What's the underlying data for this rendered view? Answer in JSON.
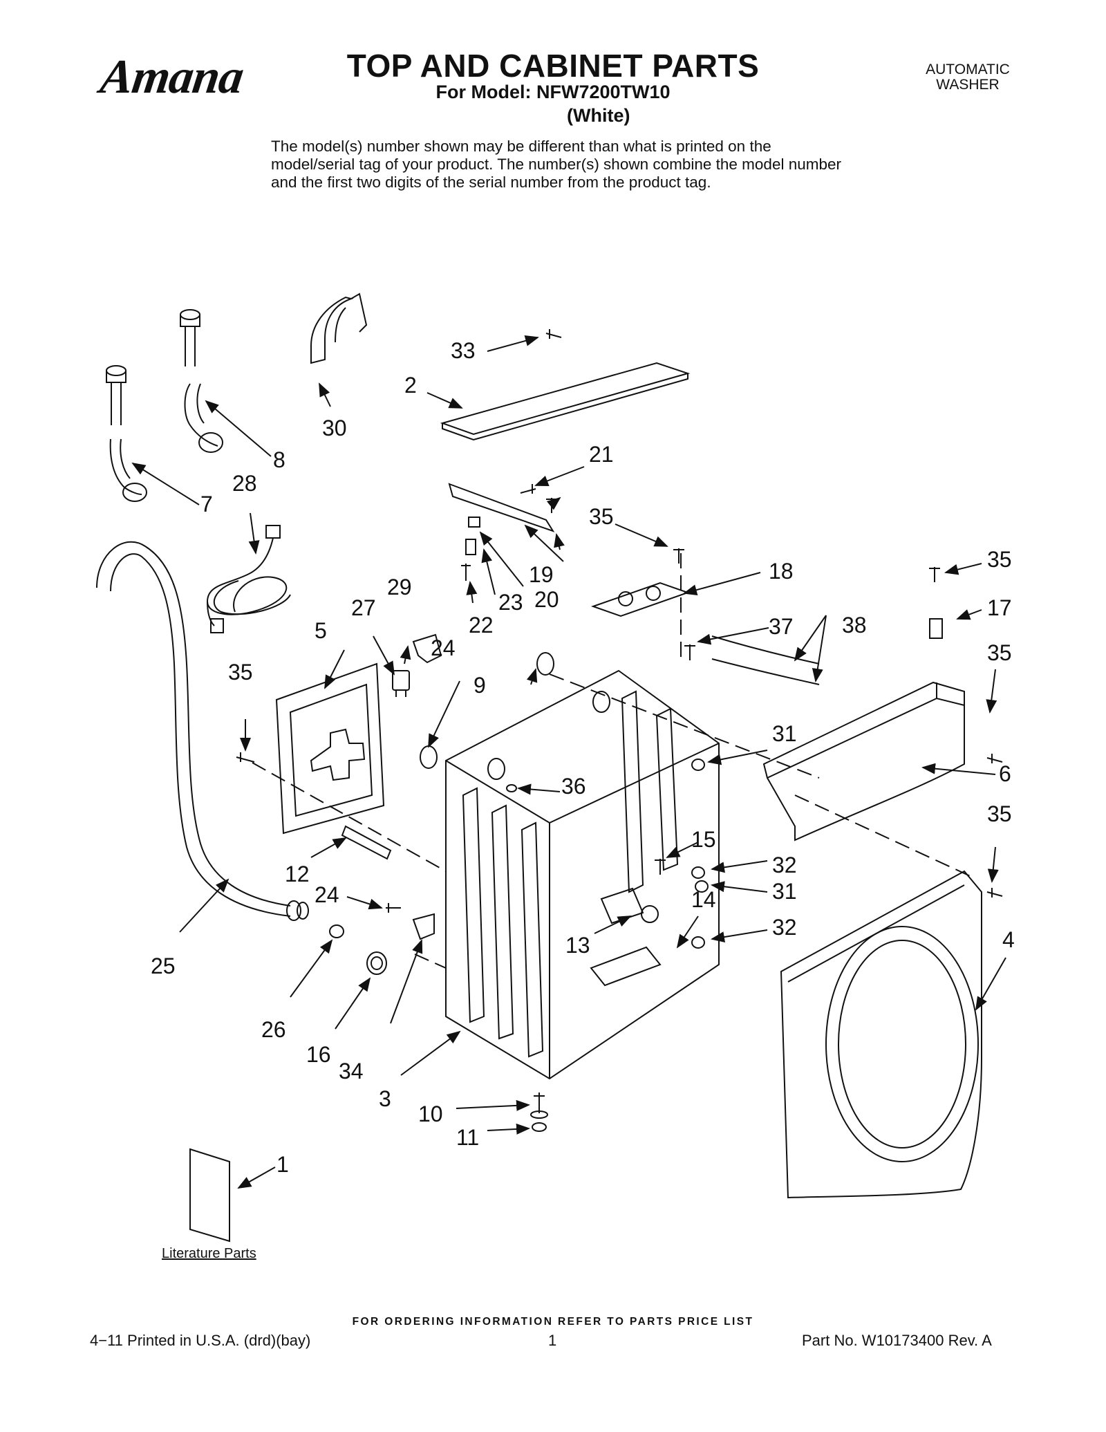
{
  "header": {
    "brand": "Amana",
    "title": "TOP AND CABINET PARTS",
    "model_line": "For Model: NFW7200TW10",
    "variant": "(White)",
    "product_line1": "AUTOMATIC",
    "product_line2": "WASHER"
  },
  "note": "The model(s) number shown may be different than what is printed on the model/serial tag of your product. The number(s) shown combine the model number and the first two digits of the serial number from the product tag.",
  "callouts": {
    "c1": "1",
    "c2": "2",
    "c3": "3",
    "c4": "4",
    "c5": "5",
    "c6": "6",
    "c7": "7",
    "c8": "8",
    "c9": "9",
    "c10": "10",
    "c11": "11",
    "c12": "12",
    "c13": "13",
    "c14": "14",
    "c15": "15",
    "c16": "16",
    "c17": "17",
    "c18": "18",
    "c19": "19",
    "c20": "20",
    "c21": "21",
    "c22": "22",
    "c23": "23",
    "c24": "24",
    "c25": "25",
    "c26": "26",
    "c27": "27",
    "c28": "28",
    "c29": "29",
    "c30": "30",
    "c31": "31",
    "c32": "32",
    "c33": "33",
    "c34": "34",
    "c35": "35",
    "c36": "36",
    "c37": "37",
    "c38": "38"
  },
  "literature_label": "Literature Parts",
  "footer": {
    "ordering": "FOR ORDERING INFORMATION REFER TO PARTS PRICE LIST",
    "printed": "4−11 Printed in U.S.A. (drd)(bay)",
    "page": "1",
    "part_no": "Part No. W10173400 Rev. A"
  }
}
